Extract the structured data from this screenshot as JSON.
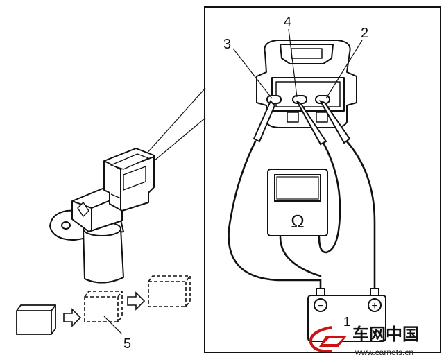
{
  "diagram": {
    "callouts": {
      "terminal_3": "3",
      "terminal_4": "4",
      "terminal_2": "2",
      "battery": "1",
      "spacer_shim": "5"
    },
    "meter_symbol": "Ω",
    "battery_terminals": {
      "negative": "−",
      "positive": "+"
    }
  },
  "watermark": {
    "site_name": "车网中国",
    "url": "www.carnets.cn"
  }
}
